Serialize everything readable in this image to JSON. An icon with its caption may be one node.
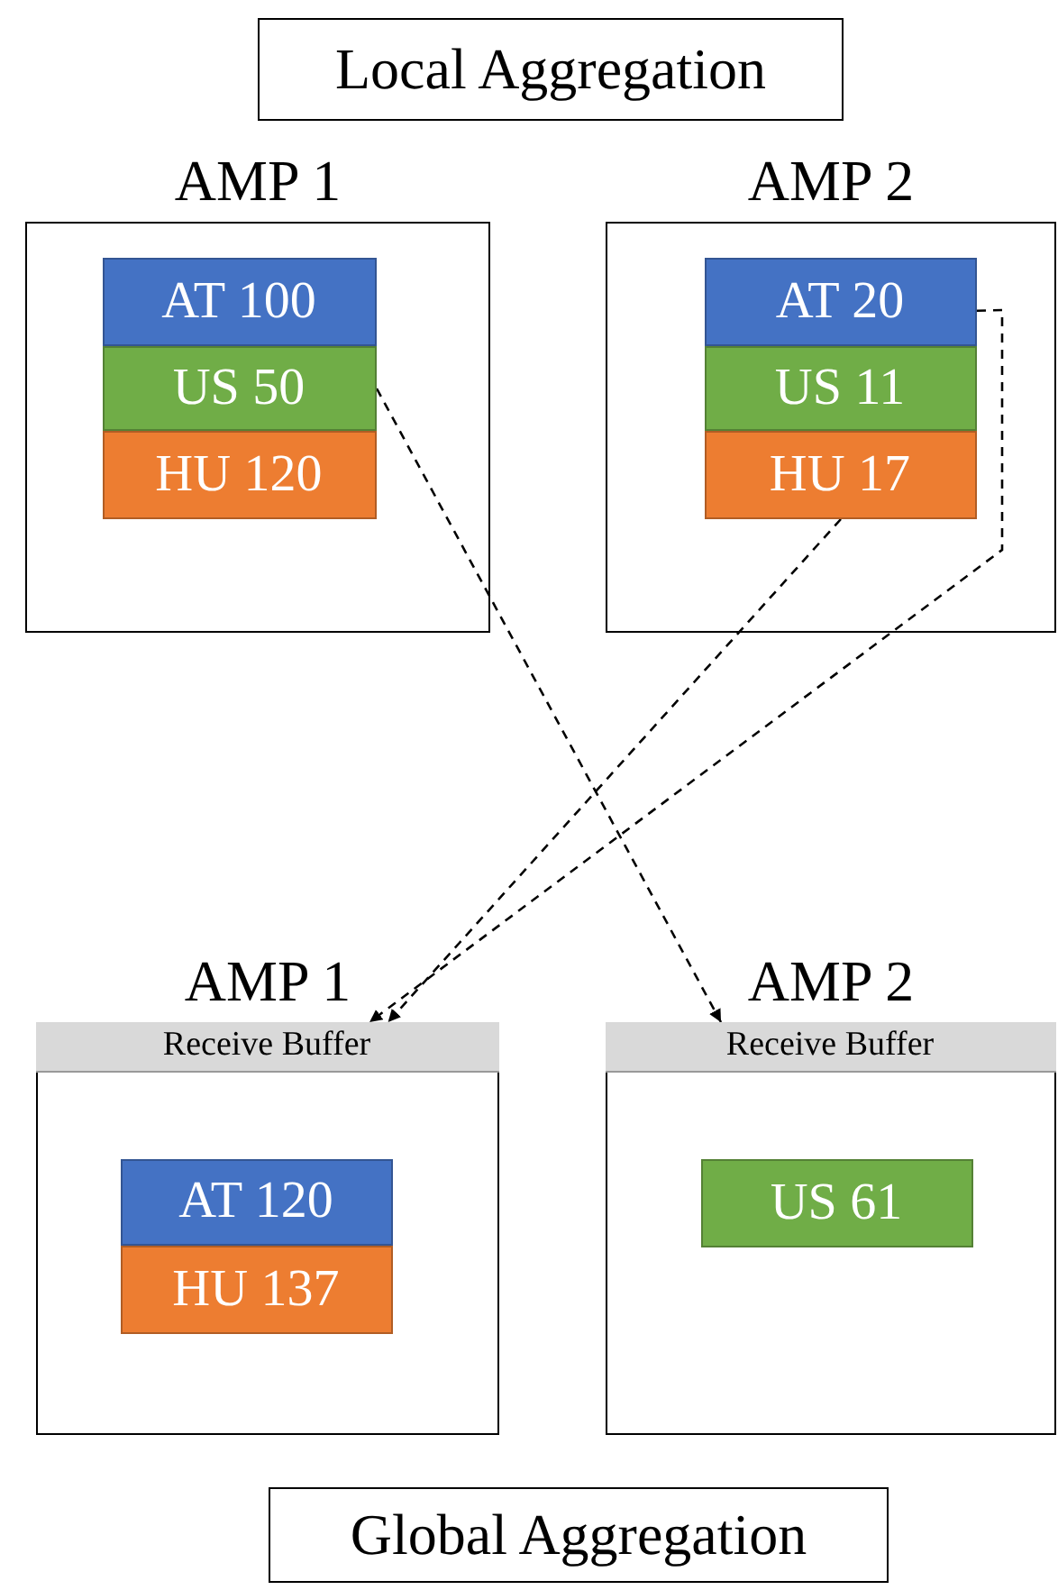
{
  "diagram": {
    "nodes": [
      {
        "text": [
          "Local Aggregation"
        ]
      },
      {
        "text": [
          "AMP 1"
        ]
      },
      {
        "text": [
          "AT 100"
        ],
        "in": 1
      },
      {
        "text": [
          "US 50"
        ],
        "in": 1
      },
      {
        "text": [
          "HU 120"
        ],
        "in": 1
      },
      {
        "text": [
          "AMP 2"
        ]
      },
      {
        "text": [
          "AT 20"
        ],
        "in": 5
      },
      {
        "text": [
          "US 11"
        ],
        "in": 5
      },
      {
        "text": [
          "HU 17"
        ],
        "in": 5
      },
      {
        "text": [
          "AMP 1"
        ]
      },
      {
        "text": [
          "Receive Buffer"
        ],
        "in": 9
      },
      {
        "text": [
          "AT 120"
        ],
        "in": 9
      },
      {
        "text": [
          "HU 137"
        ],
        "in": 9
      },
      {
        "text": [
          "AMP 2"
        ]
      },
      {
        "text": [
          "Receive Buffer"
        ],
        "in": 13
      },
      {
        "text": [
          "US 61"
        ],
        "in": 13
      },
      {
        "text": [
          "Global Aggregation"
        ]
      }
    ],
    "edges": [
      {
        "from": 3,
        "to": 14,
        "arrow": "to",
        "style": "dashed"
      },
      {
        "from": 6,
        "to": 10,
        "arrow": "to",
        "style": "dashed"
      },
      {
        "from": 8,
        "to": 10,
        "arrow": "to",
        "style": "dashed"
      }
    ]
  }
}
